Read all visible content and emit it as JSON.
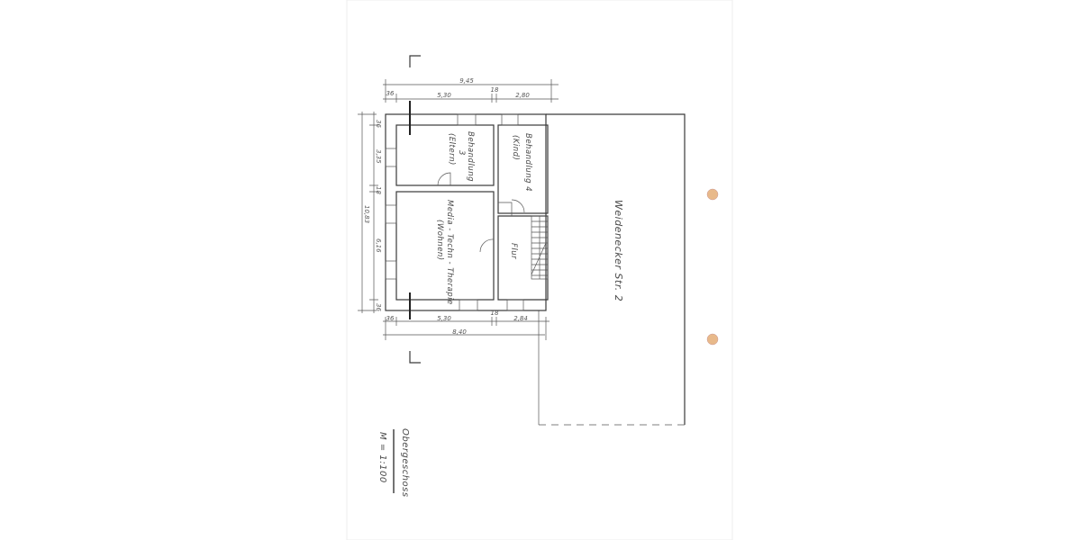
{
  "drawing": {
    "street_label": "Weidenecker Str. 2",
    "title": "Obergeschoss",
    "scale": "M = 1:100",
    "rooms": [
      {
        "name": "Behandlung",
        "number": "3",
        "note": "(Eltern)"
      },
      {
        "name": "Behandlung 4",
        "note": "(Kind)"
      },
      {
        "name": "Media - Techn - Therapie",
        "note": "(Wohnen)"
      },
      {
        "name": "Flur"
      }
    ],
    "dimensions": {
      "top_total": "9,45",
      "top": [
        "36",
        "5,30",
        "18",
        "2,80"
      ],
      "bottom": [
        "36",
        "5,30",
        "18",
        "2,84"
      ],
      "bottom_total": "8,40",
      "left": [
        "36",
        "3,35",
        "18",
        "6,16",
        "36"
      ],
      "left_total": "10,83"
    },
    "colors": {
      "paper": "#ffffff",
      "ink": "#3a3a3a",
      "punch_hole": "#e8b98a"
    }
  }
}
